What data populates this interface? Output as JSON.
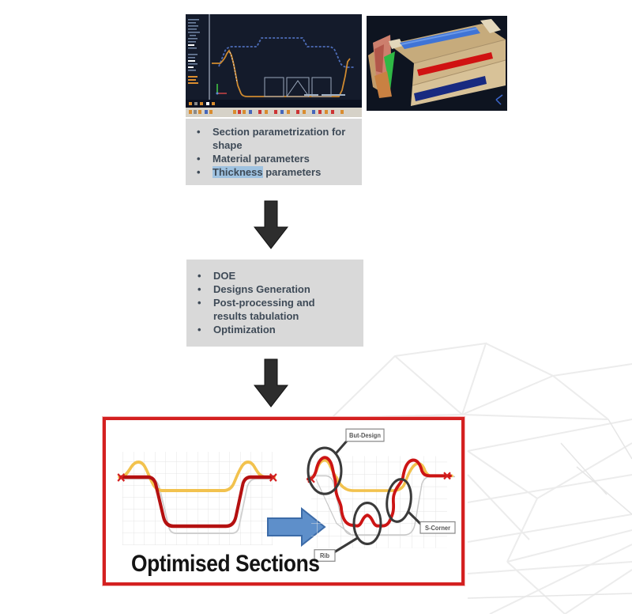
{
  "figure": {
    "bullet_char": "•",
    "box1": {
      "items": [
        "Section parametrization for shape",
        "Material parameters"
      ],
      "highlighted_word": "Thickness",
      "highlighted_rest": " parameters"
    },
    "box2": {
      "items": [
        "DOE",
        "Designs Generation",
        "Post-processing and results tabulation",
        "Optimization"
      ]
    },
    "result": {
      "caption": "Optimised Sections",
      "callouts": {
        "design": "But-Design",
        "corner": "S-Corner",
        "rib": "Rib"
      }
    },
    "colors": {
      "box_fill": "#d9d9d9",
      "text": "#3e4a57",
      "thickness_highlight": "#9fc2e0",
      "red_border": "#d42020",
      "black_arrow": "#2d2d2d",
      "blue_arrow_fill": "#5e8fca",
      "blue_arrow_border": "#3c6ba8",
      "curve_red": "#c01212",
      "curve_yellow": "#f2c24e",
      "curve_gray": "#c8c8c8",
      "cad_background": "#141b2b",
      "model_background": "#0e1420"
    }
  }
}
